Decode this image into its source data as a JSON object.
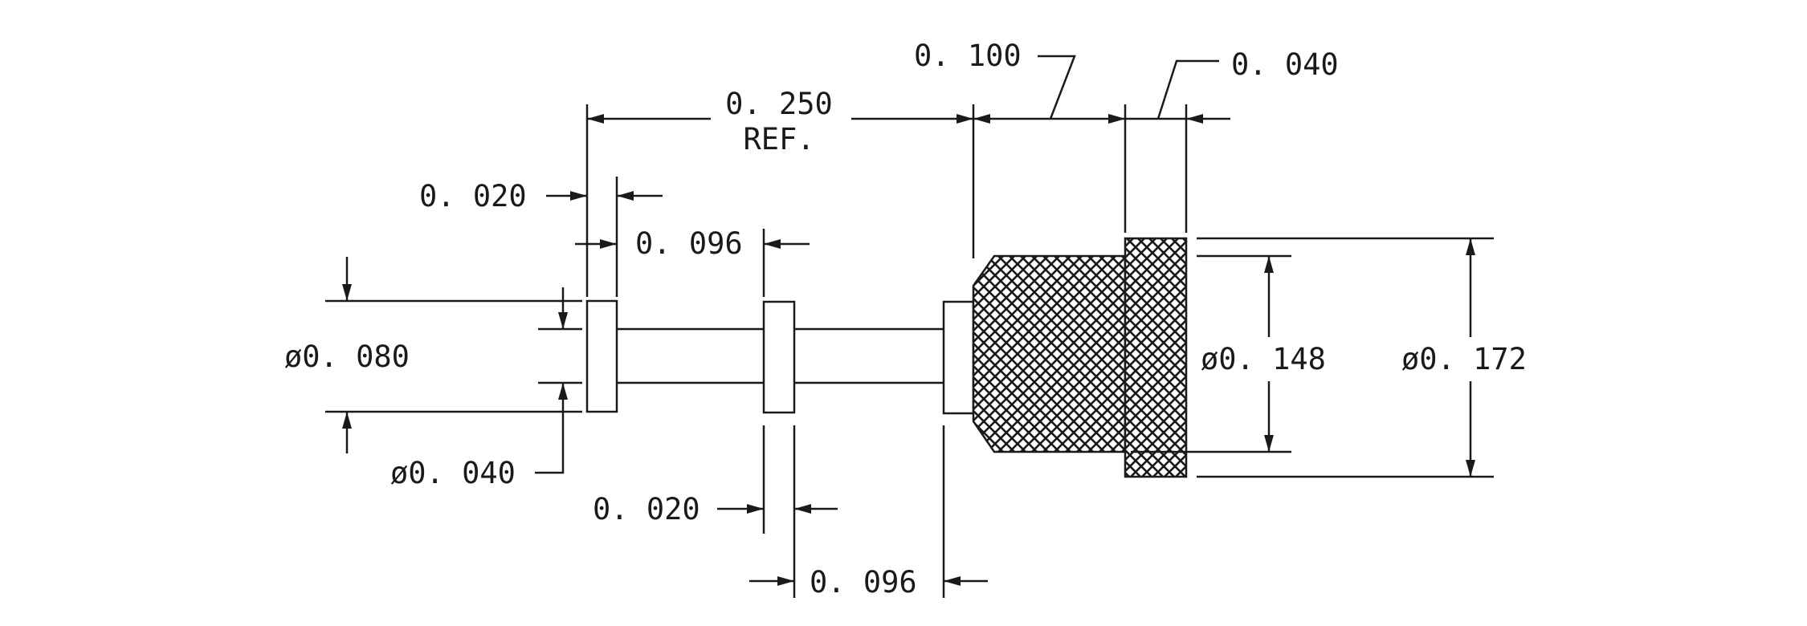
{
  "drawing": {
    "dimensions": {
      "overall_length": "0. 250",
      "overall_length_note": "REF.",
      "knurl_length": "0. 100",
      "head_length": "0. 040",
      "flange1_thickness": "0. 020",
      "flange1_gap": "0. 096",
      "flange_od": "ø0. 080",
      "pin_od": "ø0. 040",
      "flange2_thickness": "0. 020",
      "flange2_gap": "0. 096",
      "knurl_od": "ø0. 148",
      "head_od": "ø0. 172"
    },
    "colors": {
      "ink": "#1a1a1a",
      "paper": "#ffffff"
    }
  }
}
